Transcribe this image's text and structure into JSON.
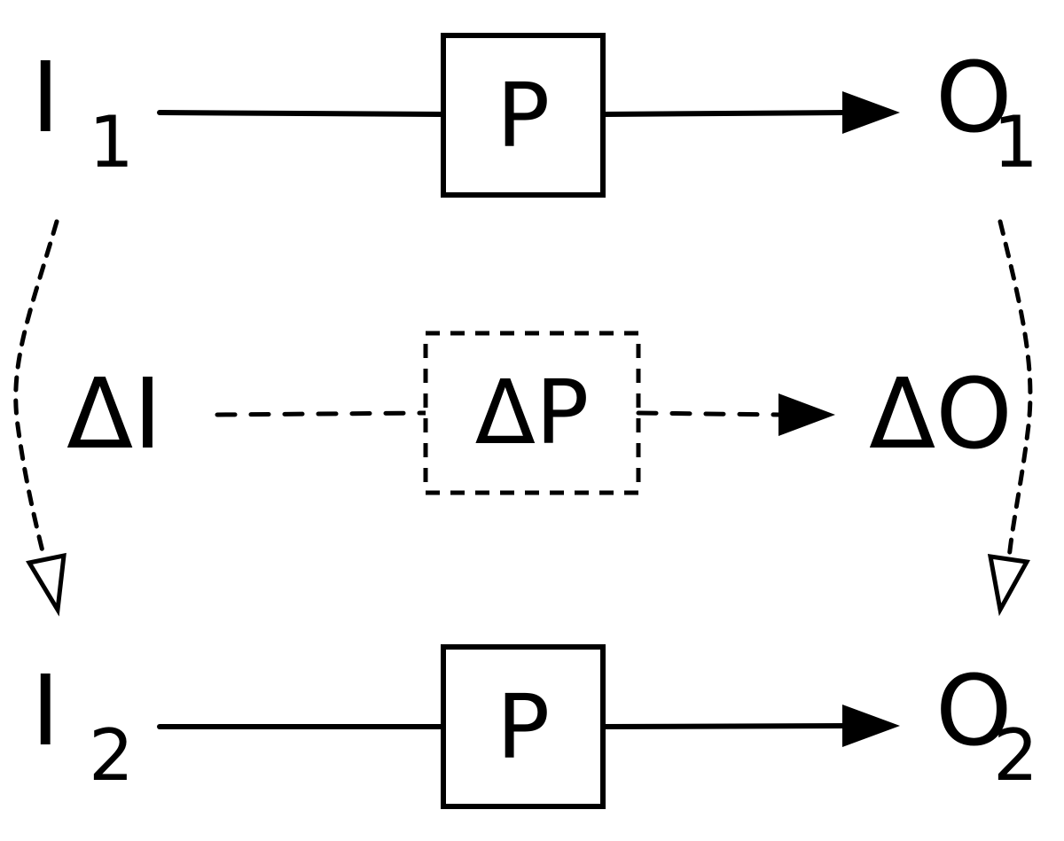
{
  "top_row": {
    "input": {
      "symbol": "I",
      "index": "1"
    },
    "process": "P",
    "output": {
      "symbol": "O",
      "index": "1"
    }
  },
  "middle_row": {
    "input": "ΔI",
    "process": "ΔP",
    "output": "ΔO"
  },
  "bottom_row": {
    "input": {
      "symbol": "I",
      "index": "2"
    },
    "process": "P",
    "output": {
      "symbol": "O",
      "index": "2"
    }
  }
}
